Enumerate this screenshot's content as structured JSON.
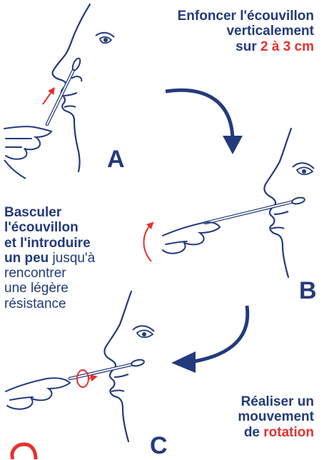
{
  "colors": {
    "navy": "#233a7c",
    "red": "#e5312e"
  },
  "step_a": {
    "instruction": {
      "line1": "Enfoncer l'écouvillon",
      "line2": "verticalement",
      "line3_prefix": "sur ",
      "line3_highlight": "2 à 3 cm"
    },
    "label": "A"
  },
  "step_b": {
    "instruction": {
      "line1": "Basculer",
      "line2": "l'écouvillon",
      "line3": "et l'introduire",
      "line4_bold": "un peu",
      "line4_rest": " jusqu'à",
      "line5": "rencontrer",
      "line6": "une légère",
      "line7": "résistance"
    },
    "label": "B"
  },
  "step_c": {
    "instruction": {
      "line1": "Réaliser un",
      "line2": "mouvement",
      "line3_prefix": "de ",
      "line3_highlight": "rotation"
    },
    "label": "C"
  },
  "icons": [
    "face-profile-icon",
    "hand-icon",
    "swab-icon",
    "curved-arrow-icon",
    "rotation-arrow-icon"
  ]
}
